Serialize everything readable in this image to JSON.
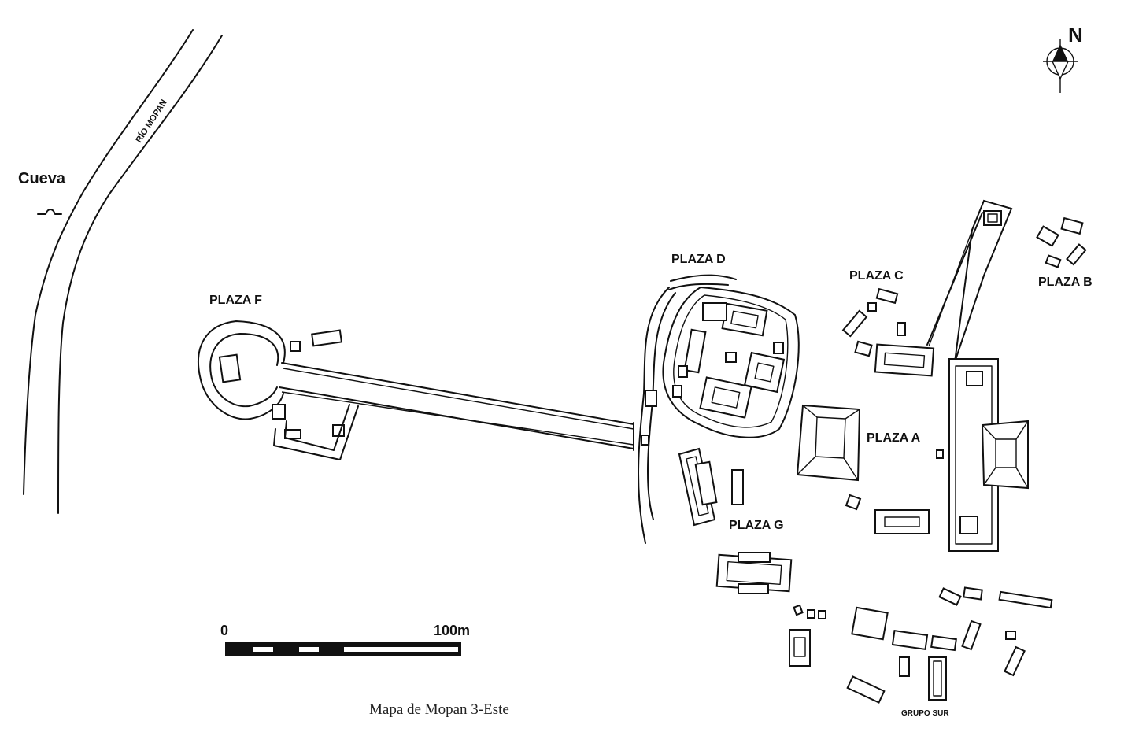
{
  "map": {
    "river_label": "RÍO MOPAN",
    "cave_label": "Cueva",
    "north_label": "N",
    "plazas": {
      "a": "PLAZA A",
      "b": "PLAZA B",
      "c": "PLAZA C",
      "d": "PLAZA D",
      "f": "PLAZA F",
      "g": "PLAZA G"
    },
    "group_south_label": "GRUPO SUR",
    "scale": {
      "start_label": "0",
      "end_label": "100m"
    },
    "caption": "Mapa de Mopan 3-Este",
    "colors": {
      "ink": "#111111",
      "paper": "#ffffff"
    },
    "icons": [
      "north-arrow-icon",
      "cave-symbol-icon"
    ]
  }
}
